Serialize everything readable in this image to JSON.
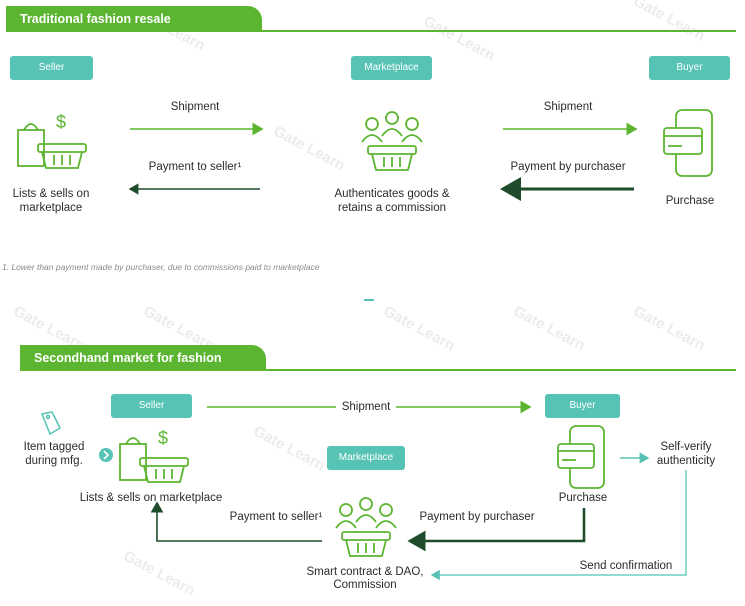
{
  "watermark": "Gate Learn",
  "top": {
    "title": "Traditional fashion resale",
    "seller_pill": "Seller",
    "marketplace_pill": "Marketplace",
    "buyer_pill": "Buyer",
    "shipment_left": "Shipment",
    "payment_to_seller": "Payment to seller¹",
    "shipment_right": "Shipment",
    "payment_by_purchaser": "Payment by purchaser",
    "seller_caption_1": "Lists & sells on",
    "seller_caption_2": "marketplace",
    "market_caption_1": "Authenticates goods &",
    "market_caption_2": "retains a commission",
    "buyer_caption": "Purchase",
    "footnote": "1. Lower than payment made by purchaser, due to commissions paid to marketplace"
  },
  "bottom": {
    "title": "Secondhand market for fashion",
    "seller_pill": "Seller",
    "buyer_pill": "Buyer",
    "marketplace_pill": "Marketplace",
    "shipment": "Shipment",
    "item_tagged_1": "Item tagged",
    "item_tagged_2": "during mfg.",
    "seller_caption": "Lists & sells on marketplace",
    "buyer_caption": "Purchase",
    "self_verify_1": "Self-verify",
    "self_verify_2": "authenticity",
    "payment_to_seller": "Payment to seller¹",
    "payment_by_purchaser": "Payment by purchaser",
    "send_confirmation": "Send confirmation",
    "contract_caption_1": "Smart contract & DAO,",
    "contract_caption_2": "Commission"
  },
  "colors": {
    "green": "#5cb531",
    "teal": "#56c3b4",
    "dark_green": "#1f4d2b"
  }
}
